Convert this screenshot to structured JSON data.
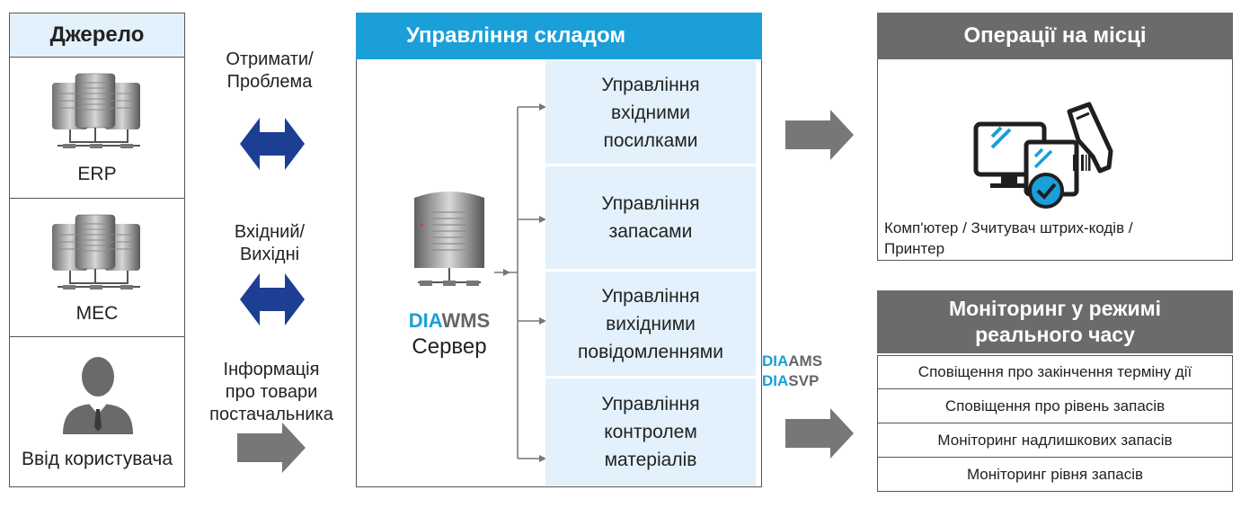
{
  "source": {
    "title": "Джерело",
    "items": [
      {
        "label": "ERP",
        "icon": "server-rack-icon"
      },
      {
        "label": "MEC",
        "icon": "server-rack-icon"
      },
      {
        "label": "Ввід користувача",
        "icon": "user-icon"
      }
    ]
  },
  "flows": {
    "receive_issue": {
      "line1": "Отримати/",
      "line2": "Проблема"
    },
    "inbound_outbound": {
      "line1": "Вхідний/",
      "line2": "Вихідні"
    },
    "supplier_info": {
      "line1": "Інформація",
      "line2": "про товари",
      "line3": "постачальника"
    }
  },
  "warehouse": {
    "title": "Управління складом",
    "server_prefix": "DIA",
    "server_suffix": "WMS",
    "server_label": "Сервер",
    "modules": [
      {
        "line1": "Управління",
        "line2": "вхідними",
        "line3": "посилками"
      },
      {
        "line1": "Управління",
        "line2": "запасами",
        "line3": ""
      },
      {
        "line1": "Управління",
        "line2": "вихідними",
        "line3": "повідомленнями"
      },
      {
        "line1": "Управління",
        "line2": "контролем",
        "line3": "матеріалів"
      }
    ]
  },
  "products": {
    "ams_prefix": "DIA",
    "ams_suffix": "AMS",
    "svp_prefix": "DIA",
    "svp_suffix": "SVP"
  },
  "onsite": {
    "title": "Операції на місці",
    "caption_line1": "Комп'ютер / Зчитувач штрих-кодів /",
    "caption_line2": "Принтер"
  },
  "monitoring": {
    "title_line1": "Моніторинг у режимі",
    "title_line2": "реального часу",
    "rows": [
      "Сповіщення про закінчення терміну дії",
      "Сповіщення про рівень запасів",
      "Моніторинг надлишкових запасів",
      "Моніторинг рівня запасів"
    ]
  },
  "colors": {
    "accent_blue": "#1a9fd9",
    "header_gray": "#6b6b6b",
    "module_bg": "#e2f1fb",
    "arrow_navy": "#1c3f94",
    "arrow_gray": "#777777"
  }
}
